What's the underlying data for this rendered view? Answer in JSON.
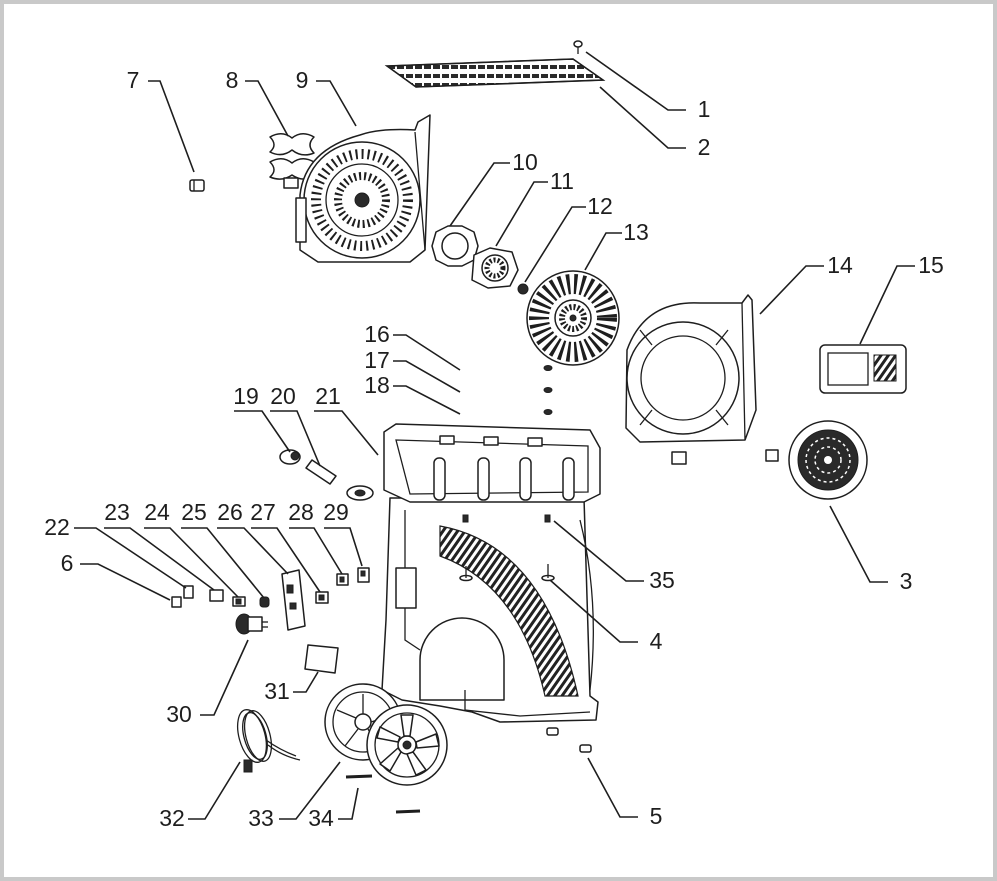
{
  "callouts": [
    "1",
    "2",
    "3",
    "4",
    "5",
    "6",
    "7",
    "8",
    "9",
    "10",
    "11",
    "12",
    "13",
    "14",
    "15",
    "16",
    "17",
    "18",
    "19",
    "20",
    "21",
    "22",
    "23",
    "24",
    "25",
    "26",
    "27",
    "28",
    "29",
    "30",
    "31",
    "32",
    "33",
    "34",
    "35"
  ]
}
